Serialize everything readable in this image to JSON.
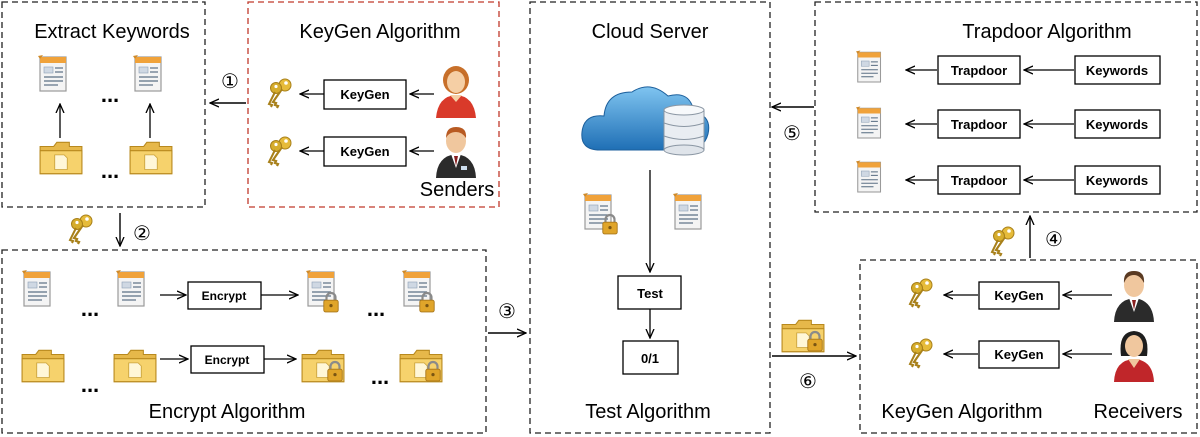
{
  "titles": {
    "extract": "Extract Keywords",
    "keygen_senders": "KeyGen  Algorithm",
    "cloud": "Cloud Server",
    "trapdoor": "Trapdoor  Algorithm",
    "encrypt": "Encrypt  Algorithm",
    "test": "Test  Algorithm",
    "keygen_receivers": "KeyGen  Algorithm"
  },
  "roles": {
    "senders": "Senders",
    "receivers": "Receivers"
  },
  "boxes": {
    "keygen": "KeyGen",
    "encrypt": "Encrypt",
    "test": "Test",
    "result": "0/1",
    "trapdoor": "Trapdoor",
    "keywords": "Keywords"
  },
  "steps": {
    "s1": "①",
    "s2": "②",
    "s3": "③",
    "s4": "④",
    "s5": "⑤",
    "s6": "⑥"
  },
  "ellipsis": "...",
  "colors": {
    "sender_border": "#c0392b",
    "folder": "#f3cd5e",
    "doc_header": "#f0a23a",
    "cloud": "#3a8fd0",
    "key": "#e0b52a"
  }
}
